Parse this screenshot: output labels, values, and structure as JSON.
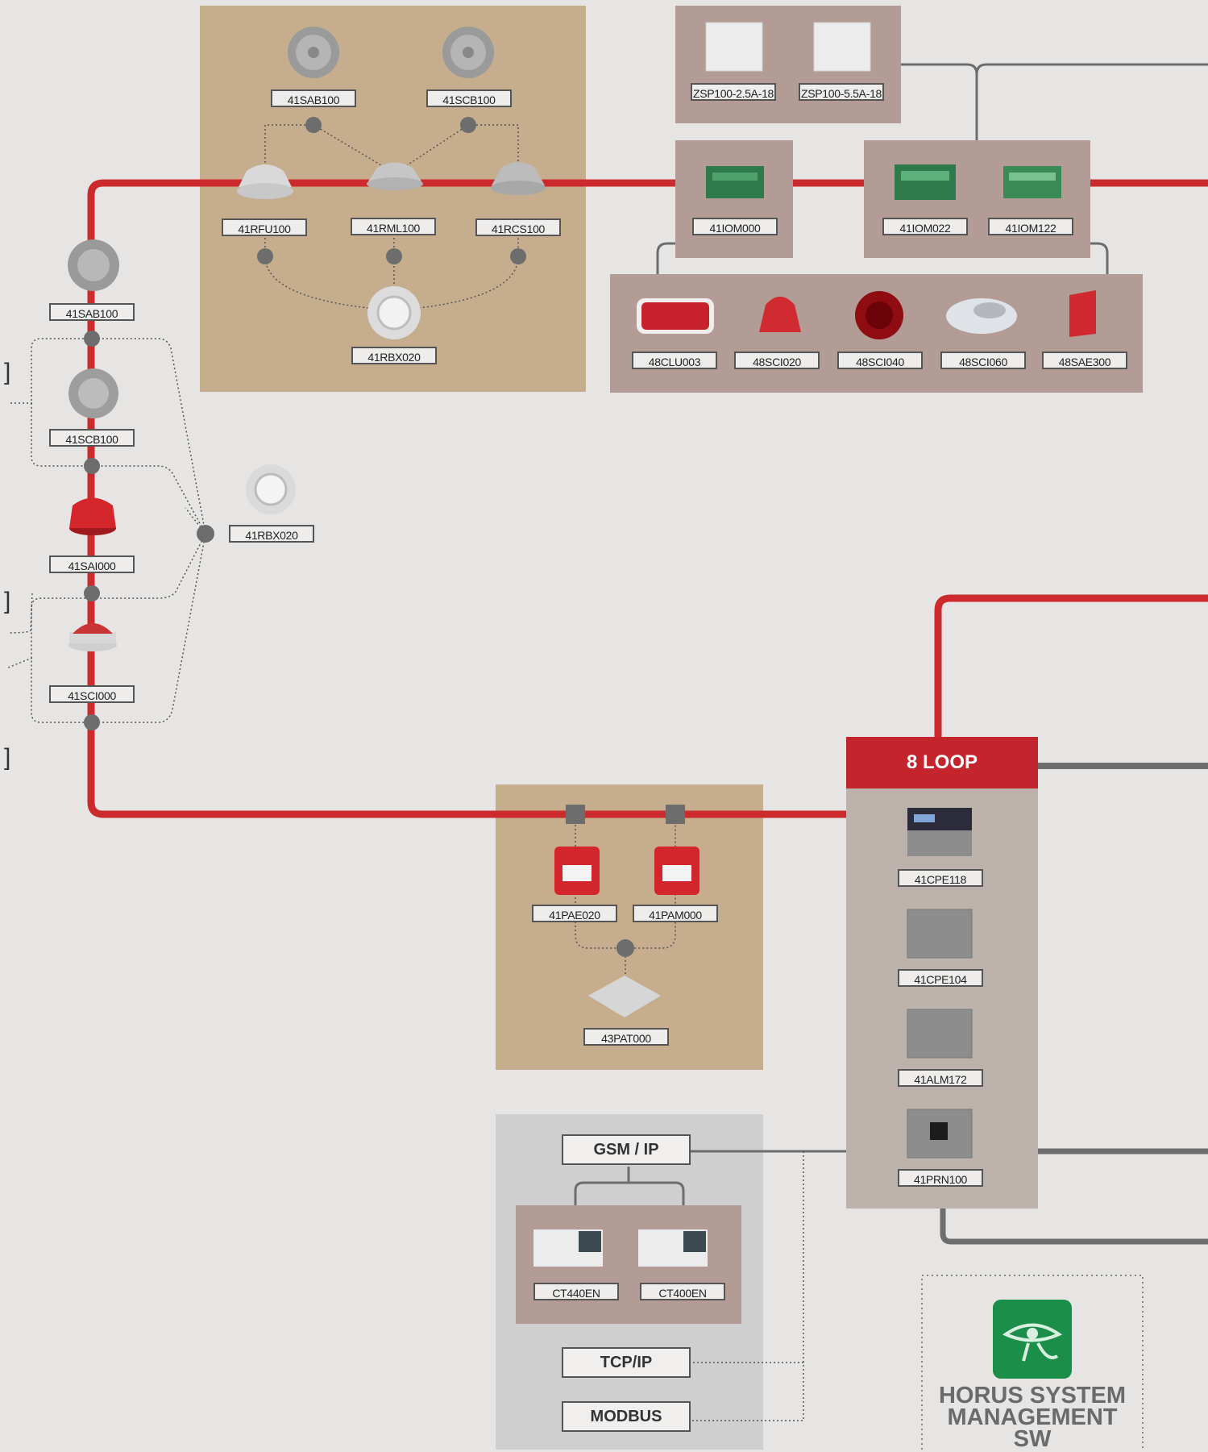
{
  "colors": {
    "loop_red": "#cc2a2c",
    "connector_gray": "#6d6d6d",
    "tan_panel": "#c6ad8e",
    "mauve_panel": "#b29c95",
    "control_panel": "#bcb1ab",
    "horus_green": "#1b8f4a"
  },
  "panels": {
    "detectors_group": {
      "devices": [
        {
          "label": "41SAB100",
          "icon": "smoke-detector-base-icon"
        },
        {
          "label": "41SCB100",
          "icon": "smoke-detector-base-icon"
        },
        {
          "label": "41RFU100",
          "icon": "smoke-detector-icon"
        },
        {
          "label": "41RML100",
          "icon": "smoke-detector-icon"
        },
        {
          "label": "41RCS100",
          "icon": "smoke-detector-icon"
        },
        {
          "label": "41RBX020",
          "icon": "detector-base-icon"
        }
      ]
    },
    "power_supplies": {
      "devices": [
        {
          "label": "ZSP100-2.5A-18",
          "icon": "power-supply-icon"
        },
        {
          "label": "ZSP100-5.5A-18",
          "icon": "power-supply-icon"
        }
      ]
    },
    "module_single": {
      "devices": [
        {
          "label": "41IOM000",
          "icon": "io-module-icon"
        }
      ]
    },
    "module_pair": {
      "devices": [
        {
          "label": "41IOM022",
          "icon": "io-module-icon"
        },
        {
          "label": "41IOM122",
          "icon": "io-module-icon"
        }
      ]
    },
    "sounders": {
      "devices": [
        {
          "label": "48CLU003",
          "icon": "beacon-panel-icon"
        },
        {
          "label": "48SCI020",
          "icon": "sounder-icon"
        },
        {
          "label": "48SCI040",
          "icon": "red-flasher-icon"
        },
        {
          "label": "48SCI060",
          "icon": "clear-sounder-icon"
        },
        {
          "label": "48SAE300",
          "icon": "outdoor-siren-icon"
        }
      ]
    },
    "left_column": {
      "devices": [
        {
          "label": "41SAB100",
          "icon": "smoke-detector-base-icon"
        },
        {
          "label": "41SCB100",
          "icon": "smoke-detector-base-icon"
        },
        {
          "label": "41SAI000",
          "icon": "red-sounder-icon"
        },
        {
          "label": "41SCI000",
          "icon": "sounder-flasher-icon"
        }
      ],
      "base_label": "41RBX020"
    },
    "call_points": {
      "devices": [
        {
          "label": "41PAE020",
          "icon": "call-point-icon"
        },
        {
          "label": "41PAM000",
          "icon": "call-point-icon"
        },
        {
          "label": "43PAT000",
          "icon": "plate-icon"
        }
      ]
    },
    "control_panel": {
      "header": "8 LOOP",
      "devices": [
        {
          "label": "41CPE118",
          "icon": "control-unit-display-icon"
        },
        {
          "label": "41CPE104",
          "icon": "cabinet-icon"
        },
        {
          "label": "41ALM172",
          "icon": "cabinet-icon"
        },
        {
          "label": "41PRN100",
          "icon": "printer-cabinet-icon"
        }
      ]
    },
    "communications": {
      "gsm_label": "GSM / IP",
      "tcp_label": "TCP/IP",
      "modbus_label": "MODBUS",
      "devices": [
        {
          "label": "CT440EN",
          "icon": "communicator-board-icon"
        },
        {
          "label": "CT400EN",
          "icon": "communicator-board-icon"
        }
      ]
    },
    "horus": {
      "title": "HORUS SYSTEM MANAGEMENT SW",
      "icon": "horus-eye-icon"
    }
  }
}
